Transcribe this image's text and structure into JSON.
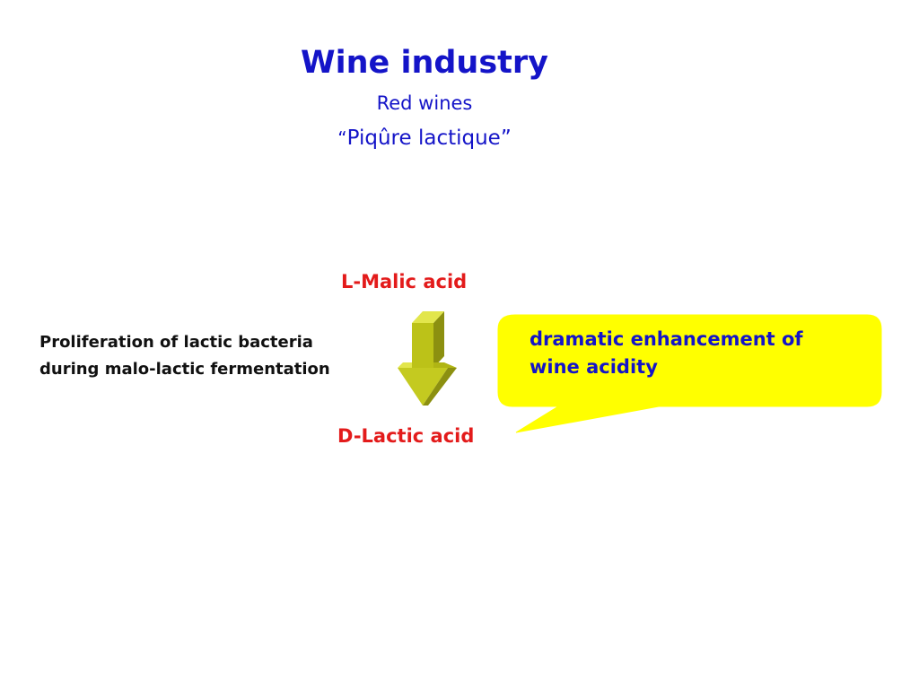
{
  "header": {
    "title": "Wine industry",
    "subtitle": "Red wines",
    "subtitle2": {
      "open_quote": "“",
      "text": "Piqûre lactique”"
    }
  },
  "diagram": {
    "substrate": "L-Malic acid",
    "product": "D-Lactic acid",
    "process_lines": [
      "Proliferation of lactic bacteria",
      "during malo-lactic fermentation"
    ],
    "arrow_icon": "down-arrow-icon",
    "callout": {
      "lines": [
        "dramatic enhancement of",
        "wine acidity"
      ]
    }
  },
  "colors": {
    "title_blue": "#1414c8",
    "chem_red": "#e31b1b",
    "process_black": "#111111",
    "callout_yellow": "#ffff00",
    "arrow_olive": "#bcc218",
    "arrow_olive_dark": "#8c9010",
    "arrow_olive_light": "#e2e64c"
  }
}
